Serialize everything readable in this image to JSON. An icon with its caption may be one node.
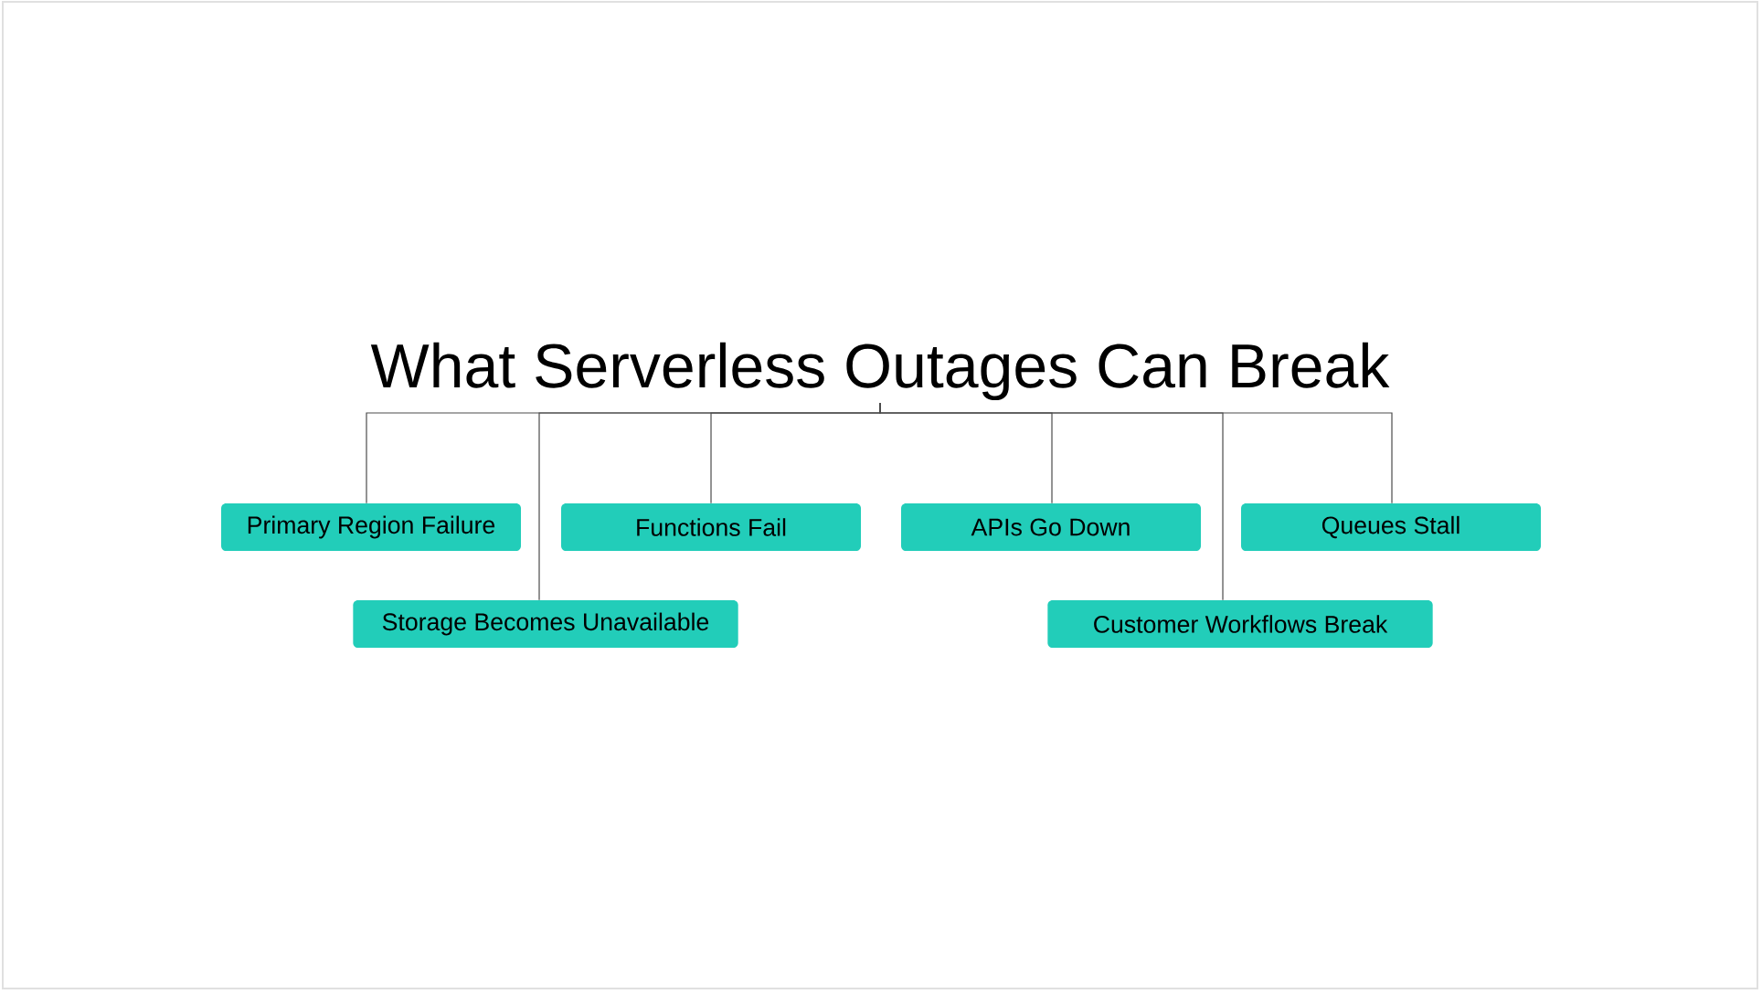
{
  "diagram": {
    "nodes": [
      {
        "text": [
          "What Serverless Outages Can Break"
        ]
      },
      {
        "text": [
          "Primary Region Failure"
        ]
      },
      {
        "text": [
          "Storage Becomes Unavailable"
        ]
      },
      {
        "text": [
          "Functions Fail"
        ]
      },
      {
        "text": [
          "APIs Go Down"
        ]
      },
      {
        "text": [
          "Customer Workflows Break"
        ]
      },
      {
        "text": [
          "Queues Stall"
        ]
      }
    ],
    "edges": [
      {
        "from": 0,
        "to": 1,
        "arrow": "none"
      },
      {
        "from": 0,
        "to": 2,
        "arrow": "none"
      },
      {
        "from": 0,
        "to": 3,
        "arrow": "none"
      },
      {
        "from": 0,
        "to": 4,
        "arrow": "none"
      },
      {
        "from": 0,
        "to": 5,
        "arrow": "none"
      },
      {
        "from": 0,
        "to": 6,
        "arrow": "none"
      }
    ]
  }
}
